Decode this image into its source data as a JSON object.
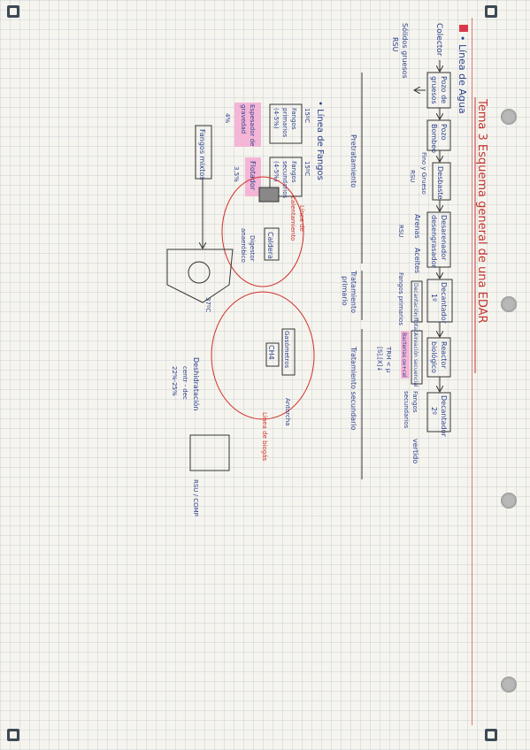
{
  "title": "Tema 3 Esquema general de una EDAR",
  "water_line": {
    "heading": "• Línea de Agua",
    "colector": "Colector",
    "pozo_gruesos": [
      "Pozo de",
      "gruesos"
    ],
    "pozo_bombeo": [
      "Pozo",
      "Bombeo"
    ],
    "desbaste": "Desbaste",
    "desbaste_sub": "Sólidos gruesos",
    "desbaste_sub2": "Fino y Grueso",
    "rsu": "RSU",
    "desarenador": [
      "Desarenador",
      "desengrasador"
    ],
    "arenas": "Arenas",
    "aceites": "Aceites",
    "decantador1": [
      "Decantador",
      "1º"
    ],
    "reactor": [
      "Reactor",
      "biológico"
    ],
    "decantador2": [
      "Decantador",
      "2º"
    ],
    "floculacion": "Decantación/flotac.",
    "fangos_primarios": "Fangos primarios",
    "aireacion": "Aireación secuencial",
    "bacterias": "Bacterias ox+cel",
    "fangos_secundarios": [
      "Fangos",
      "secundarios"
    ],
    "vertido": "vertido",
    "trh": "TRH < μ",
    "trh2": "[S],[X]↓",
    "pretratamiento": "Pretratamiento",
    "primario": [
      "Tratamiento",
      "primario"
    ],
    "secundario": "Tratamiento secundario"
  },
  "sludge_line": {
    "heading": "• Línea de Fangos",
    "fangos_primarios": [
      "Fangos",
      "primarios",
      "(4-5%)"
    ],
    "temp1": "15ºC",
    "temp2": "15ºC",
    "fangos_secundarios": [
      "Fangos",
      "secundarios",
      "(4-5%)"
    ],
    "espesador": [
      "Espesador de",
      "gravedad"
    ],
    "espesador_pct": "4%",
    "flotador": "Flotador",
    "flotador_pct": "3,5%",
    "fangos_mixtos": "Fangos mixtos",
    "caldera": "Caldera",
    "digestor": [
      "Digestor",
      "anaeróbico"
    ],
    "digestor_temp": "37ºC",
    "gasometros": "Gasómetros",
    "ch4": "CH4",
    "antorcha": "Antorcha",
    "deshidratacion": "Deshidratación",
    "centr": "centr - dec",
    "pct": "22%-25%",
    "rsu_comp": "RSU / COMP",
    "linea_calent": [
      "Línea de",
      "calentamiento"
    ],
    "linea_biogas": "Línea de biogás"
  }
}
